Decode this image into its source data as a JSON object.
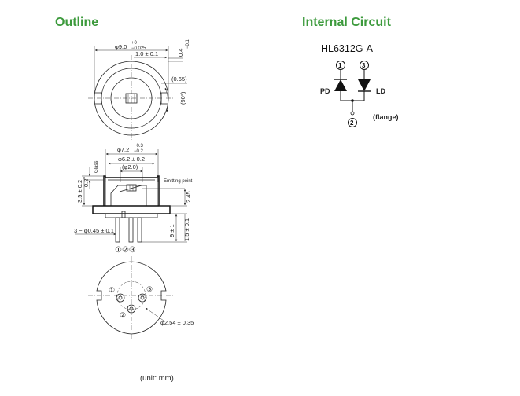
{
  "outline": {
    "title": "Outline",
    "top_view": {
      "dia": "φ9.0",
      "dia_tol_hi": "+0",
      "dia_tol_lo": "−0.025",
      "notch_w": "1.0 ± 0.1",
      "thick": "0.4",
      "thick_tol": "−0.1",
      "offset": "(0.65)",
      "angle": "(90°)"
    },
    "side_view": {
      "dia_cap": "φ7.2",
      "cap_tol_hi": "+0.3",
      "cap_tol_lo": "−0.2",
      "dia_glass": "φ6.2 ± 0.2",
      "dia_window": "(φ2.0)",
      "glass_label": "Glass",
      "glass_t": "0.3",
      "height": "3.5 ± 0.2",
      "emit_label": "Emitting point",
      "emit_h": "2.45",
      "lead_dia": "3 − φ0.45 ± 0.1",
      "lead_len": "9 ± 1",
      "flange_t": "1.5 ± 0.1",
      "pins": "①②③"
    },
    "bottom_view": {
      "pin1": "①",
      "pin2": "②",
      "pin3": "③",
      "pin_circle": "φ2.54 ± 0.35"
    },
    "unit": "(unit: mm)"
  },
  "circuit": {
    "title": "Internal Circuit",
    "part": "HL6312G-A",
    "pin1": "1",
    "pin2": "2",
    "pin3": "3",
    "pd": "PD",
    "ld": "LD",
    "flange": "(flange)"
  }
}
